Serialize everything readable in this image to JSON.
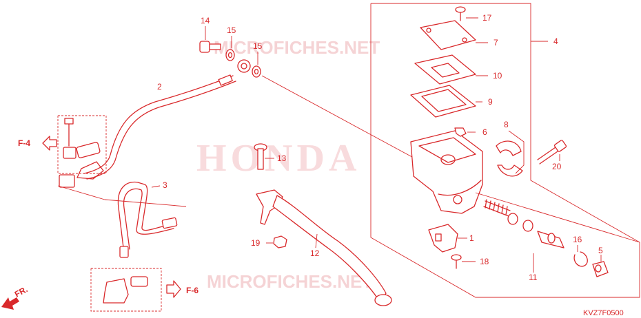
{
  "diagram": {
    "code": "KVZ7F0500",
    "callouts": {
      "c1": "1",
      "c2": "2",
      "c3": "3",
      "c4": "4",
      "c5": "5",
      "c6": "6",
      "c7": "7",
      "c8": "8",
      "c9": "9",
      "c10": "10",
      "c11": "11",
      "c12": "12",
      "c13": "13",
      "c14": "14",
      "c15a": "15",
      "c15b": "15",
      "c16": "16",
      "c17": "17",
      "c18": "18",
      "c19": "19",
      "c20": "20"
    },
    "refs": {
      "f4": "F-4",
      "f6": "F-6",
      "fr": "FR."
    },
    "watermarks": {
      "top": "MICROFICHES.NET",
      "brand": "HONDA",
      "bottom": "MICROFICHES.NET"
    }
  },
  "colors": {
    "line": "#d9292b",
    "watermark": "#f2c5c7",
    "background": "#ffffff"
  }
}
